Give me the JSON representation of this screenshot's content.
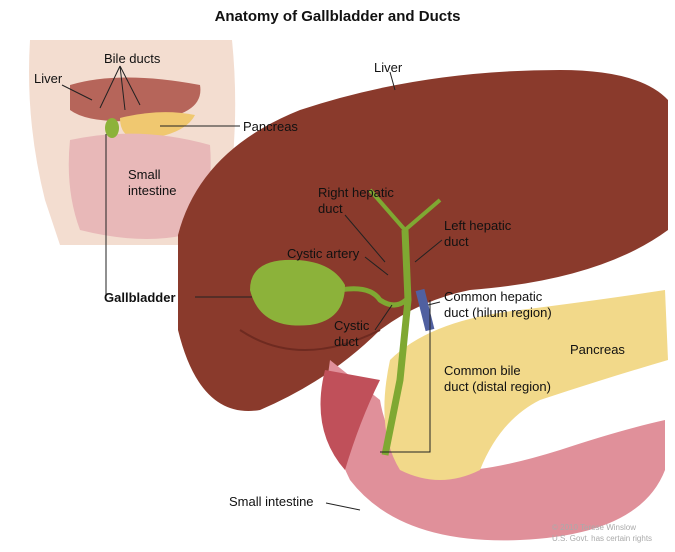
{
  "title": "Anatomy of Gallbladder and Ducts",
  "inset": {
    "bile_ducts": "Bile ducts",
    "liver": "Liver",
    "pancreas": "Pancreas",
    "small_intestine": [
      "Small",
      "intestine"
    ]
  },
  "main": {
    "gallbladder": "Gallbladder",
    "liver": "Liver",
    "right_hepatic_duct": [
      "Right hepatic",
      "duct"
    ],
    "left_hepatic_duct": [
      "Left hepatic",
      "duct"
    ],
    "cystic_artery": "Cystic artery",
    "common_hepatic_duct": [
      "Common hepatic",
      "duct (hilum region)"
    ],
    "cystic_duct": [
      "Cystic",
      "duct"
    ],
    "pancreas": "Pancreas",
    "common_bile_duct": [
      "Common bile",
      "duct (distal region)"
    ],
    "small_intestine": "Small intestine"
  },
  "copyright": [
    "© 2010 Terese Winslow",
    "U.S. Govt. has certain rights"
  ],
  "colors": {
    "liver": "#8a3a2c",
    "gallbladder": "#8cb23a",
    "pancreas": "#f2d98a",
    "intestine": "#e0909a",
    "skin": "#f3ddd0"
  }
}
